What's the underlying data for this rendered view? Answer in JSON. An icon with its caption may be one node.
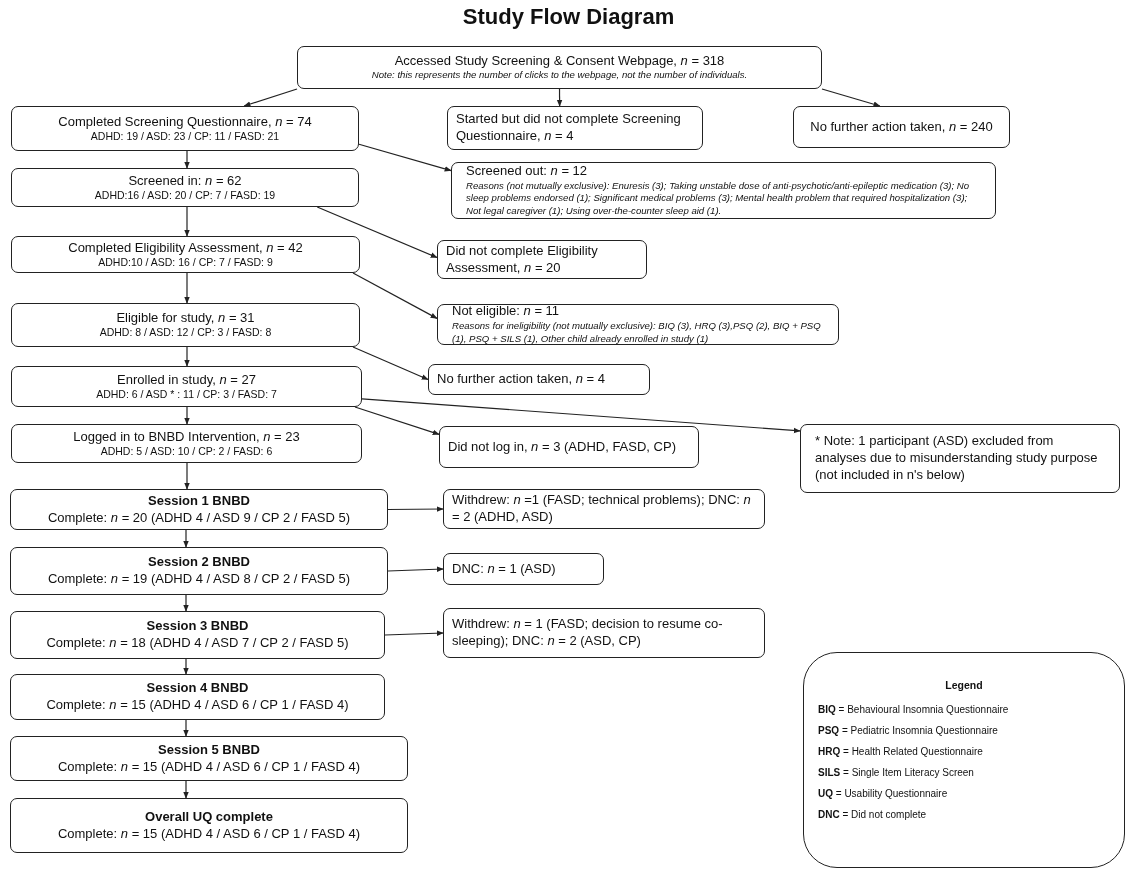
{
  "diagram": {
    "title": "Study Flow Diagram",
    "nodes": [
      {
        "text": [
          "Accessed Study Screening & Consent Webpage, *n* = 318",
          "Note: this represents the number of clicks to the webpage, not the number of individuals."
        ]
      },
      {
        "text": [
          "Completed Screening Questionnaire, *n* = 74",
          "ADHD: 19 / ASD: 23 / CP: 11 / FASD: 21"
        ]
      },
      {
        "text": [
          "Started but did not complete Screening Questionnaire, *n* = 4"
        ]
      },
      {
        "text": [
          "No further action taken, *n* = 240"
        ]
      },
      {
        "text": [
          "Screened in: *n* = 62",
          "ADHD:16 / ASD: 20 / CP: 7 / FASD: 19"
        ]
      },
      {
        "text": [
          "Screened out: *n* = 12",
          "Reasons (not mutually exclusive): Enuresis (3); Taking unstable dose of anti-psychotic/anti-epileptic medication (3); No sleep problems endorsed (1); Significant medical problems (3); Mental health problem that required hospitalization (3); Not legal caregiver (1); Using over-the-counter sleep aid (1)."
        ]
      },
      {
        "text": [
          "Completed Eligibility Assessment, *n* = 42",
          "ADHD:10 / ASD: 16 / CP: 7 / FASD: 9"
        ]
      },
      {
        "text": [
          "Did not complete Eligibility Assessment, *n* = 20"
        ]
      },
      {
        "text": [
          "Eligible for study, *n* = 31",
          "ADHD: 8 / ASD: 12 / CP: 3 / FASD: 8"
        ]
      },
      {
        "text": [
          "Not eligible: *n* = 11",
          "Reasons for ineligibility (not mutually exclusive): BIQ (3), HRQ (3),PSQ (2), BIQ + PSQ (1), PSQ + SILS (1), Other child already enrolled in study (1)"
        ]
      },
      {
        "text": [
          "Enrolled in study, *n* = 27",
          "ADHD: 6 / ASD * : 11 / CP: 3 / FASD: 7"
        ]
      },
      {
        "text": [
          "No further action taken, *n* = 4"
        ]
      },
      {
        "text": [
          "Logged in to BNBD Intervention, *n* = 23",
          "ADHD: 5 / ASD: 10 / CP: 2 / FASD: 6"
        ]
      },
      {
        "text": [
          "Did not log in, *n* = 3 (ADHD, FASD, CP)"
        ]
      },
      {
        "text": [
          "* Note: 1 participant (ASD) excluded from analyses due to misunderstanding study purpose (not included in n's below)"
        ]
      },
      {
        "text": [
          "Session 1 BNBD",
          "Complete: *n* = 20 (ADHD 4 / ASD 9 / CP 2 / FASD 5)"
        ]
      },
      {
        "text": [
          "Withdrew: *n* =1 (FASD; technical problems); DNC: *n* = 2 (ADHD, ASD)"
        ]
      },
      {
        "text": [
          "Session 2 BNBD",
          "Complete: *n* = 19 (ADHD 4 / ASD 8 / CP 2 / FASD 5)"
        ]
      },
      {
        "text": [
          "DNC: *n* = 1 (ASD)"
        ]
      },
      {
        "text": [
          "Session 3 BNBD",
          "Complete: *n* = 18 (ADHD 4 / ASD 7 / CP 2 / FASD 5)"
        ]
      },
      {
        "text": [
          "Withdrew: *n* = 1 (FASD; decision to resume co-sleeping); DNC: *n* = 2 (ASD, CP)"
        ]
      },
      {
        "text": [
          "Session 4 BNBD",
          "Complete: *n* = 15 (ADHD 4 / ASD 6 / CP 1 / FASD 4)"
        ]
      },
      {
        "text": [
          "Session 5 BNBD",
          "Complete: *n* = 15 (ADHD 4 / ASD 6 / CP 1 / FASD 4)"
        ]
      },
      {
        "text": [
          "Overall UQ complete",
          "Complete: *n* = 15 (ADHD 4 / ASD 6 / CP 1 / FASD 4)"
        ]
      },
      {
        "text": [
          "Legend",
          "**BIQ** = Behavioural Insomnia Questionnaire",
          "**PSQ** = Pediatric Insomnia Questionnaire",
          "**HRQ** = Health Related Questionnaire",
          "**SILS** = Single Item Literacy Screen",
          "**UQ** = Usability Questionnaire",
          "**DNC** = Did not complete"
        ]
      }
    ],
    "edges": [
      {
        "from": 0,
        "to": 1,
        "arrow": "to"
      },
      {
        "from": 0,
        "to": 2,
        "arrow": "to"
      },
      {
        "from": 0,
        "to": 3,
        "arrow": "to"
      },
      {
        "from": 1,
        "to": 4,
        "arrow": "to"
      },
      {
        "from": 1,
        "to": 5,
        "arrow": "to"
      },
      {
        "from": 4,
        "to": 6,
        "arrow": "to"
      },
      {
        "from": 4,
        "to": 7,
        "arrow": "to"
      },
      {
        "from": 6,
        "to": 8,
        "arrow": "to"
      },
      {
        "from": 6,
        "to": 9,
        "arrow": "to"
      },
      {
        "from": 8,
        "to": 10,
        "arrow": "to"
      },
      {
        "from": 8,
        "to": 11,
        "arrow": "to"
      },
      {
        "from": 10,
        "to": 12,
        "arrow": "to"
      },
      {
        "from": 10,
        "to": 13,
        "arrow": "to"
      },
      {
        "from": 10,
        "to": 14,
        "arrow": "to"
      },
      {
        "from": 12,
        "to": 15,
        "arrow": "to"
      },
      {
        "from": 15,
        "to": 16,
        "arrow": "to"
      },
      {
        "from": 15,
        "to": 17,
        "arrow": "to"
      },
      {
        "from": 17,
        "to": 18,
        "arrow": "to"
      },
      {
        "from": 17,
        "to": 19,
        "arrow": "to"
      },
      {
        "from": 19,
        "to": 20,
        "arrow": "to"
      },
      {
        "from": 19,
        "to": 21,
        "arrow": "to"
      },
      {
        "from": 21,
        "to": 22,
        "arrow": "to"
      },
      {
        "from": 22,
        "to": 23,
        "arrow": "to"
      }
    ]
  }
}
